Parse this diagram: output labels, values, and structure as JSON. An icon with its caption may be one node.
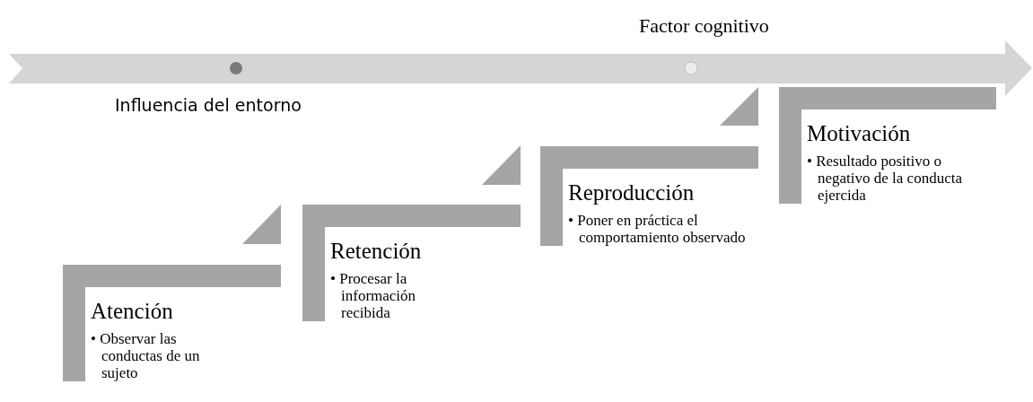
{
  "diagram": {
    "nodes": [
      {
        "text": [
          "Atención",
          "• Observar las conductas de un sujeto"
        ]
      },
      {
        "text": [
          "Retención",
          "• Procesar la información recibida"
        ]
      },
      {
        "text": [
          "Reproducción",
          "• Poner en práctica el comportamiento observado"
        ]
      },
      {
        "text": [
          "Motivación",
          "• Resultado positivo o negativo de la conducta ejercida"
        ]
      }
    ],
    "labels": [
      "Factor cognitivo",
      "Influencia del entorno"
    ]
  }
}
